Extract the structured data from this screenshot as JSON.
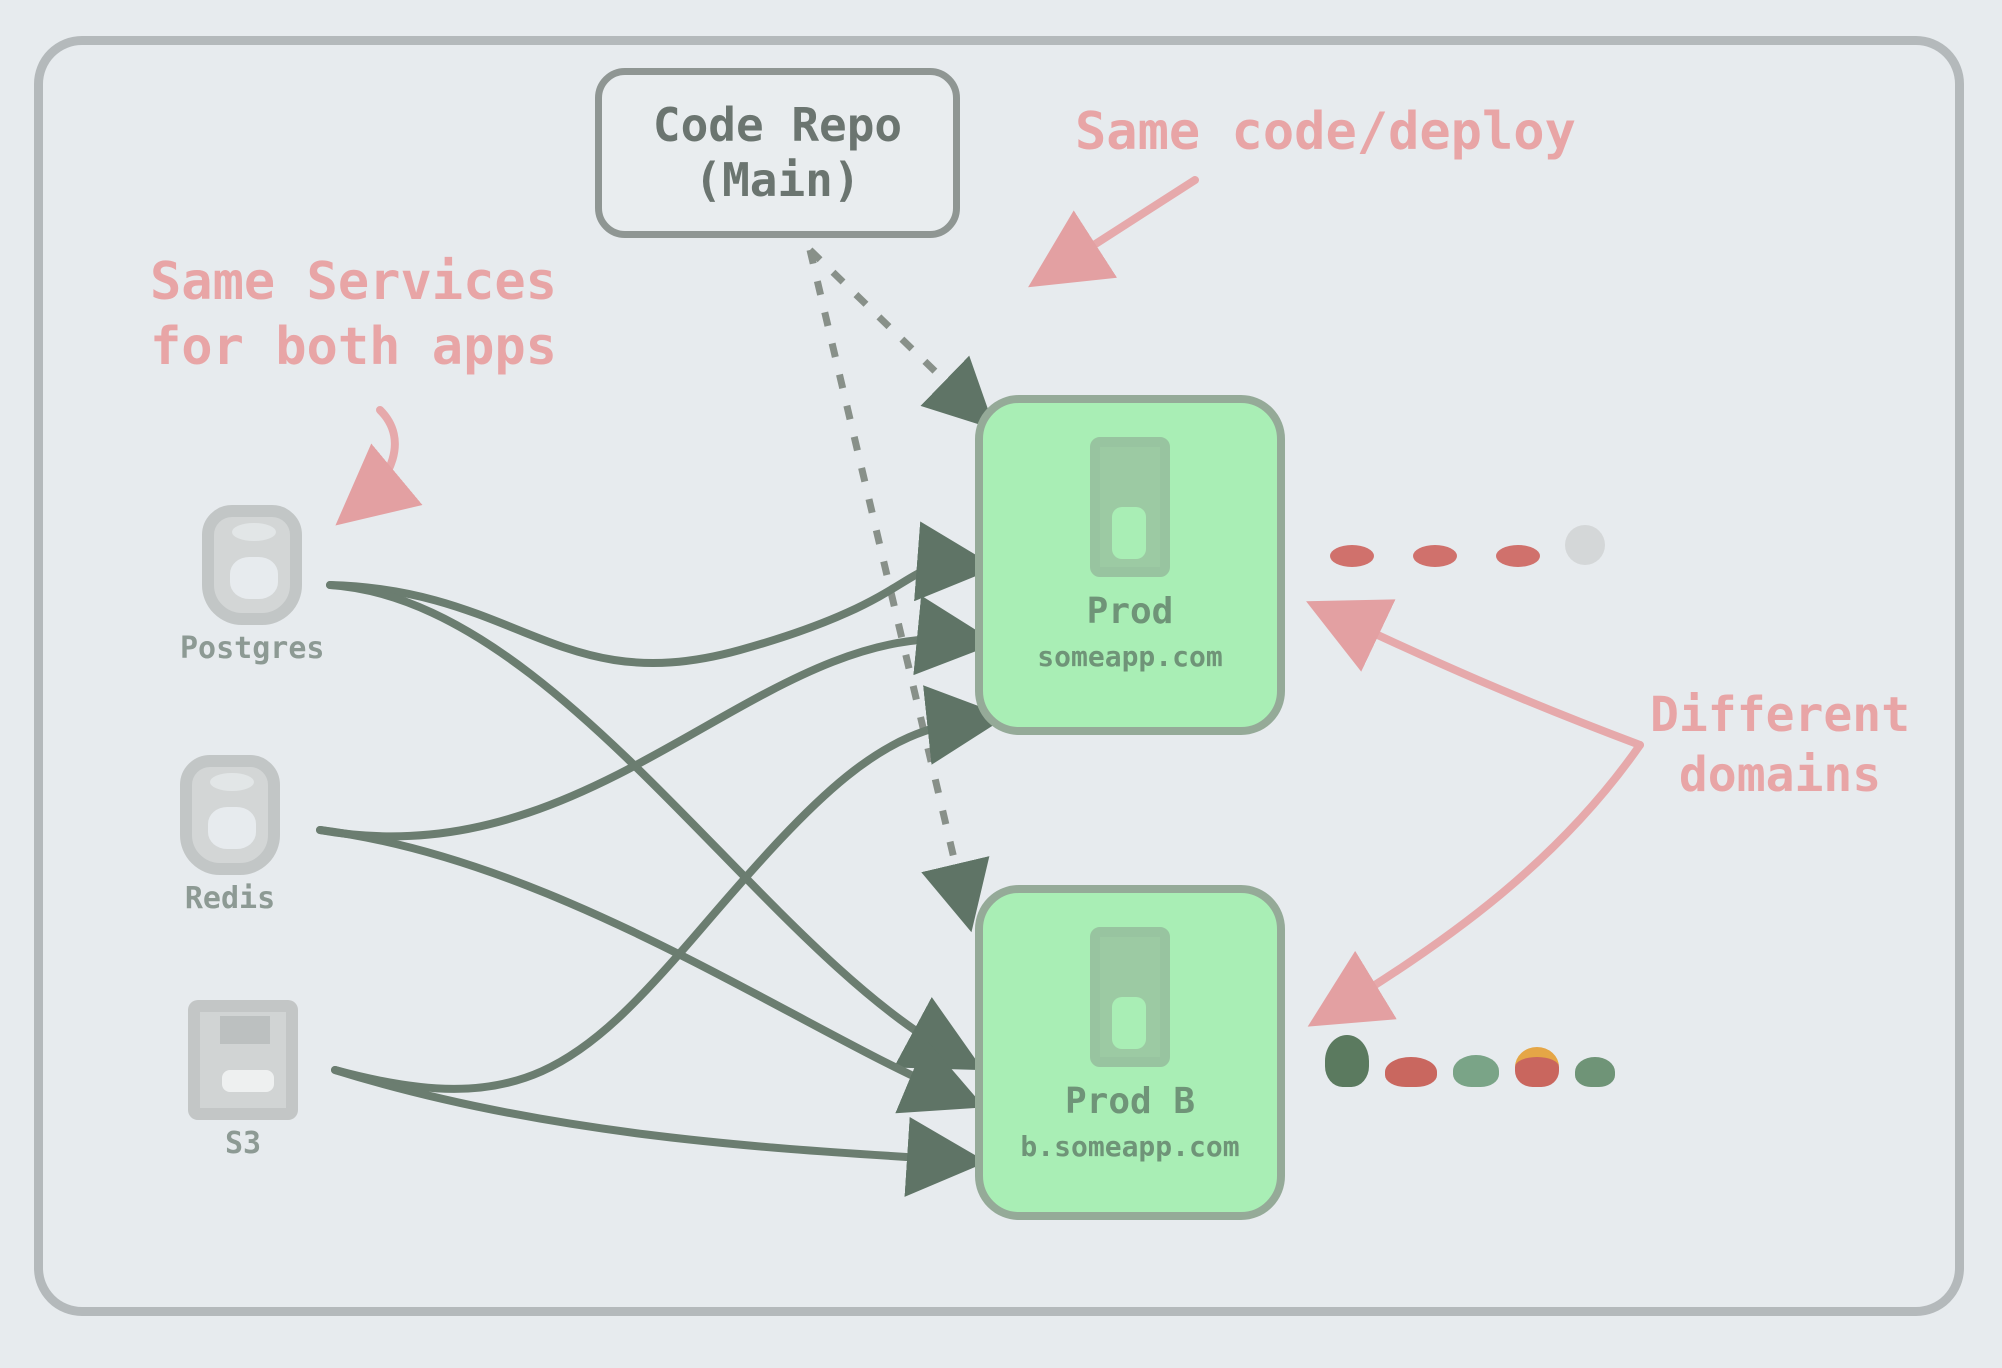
{
  "diagram": {
    "repo": {
      "line1": "Code Repo",
      "line2": "(Main)"
    },
    "notes": {
      "deploy": "Same code/deploy",
      "services_line1": "Same Services",
      "services_line2": "for both apps",
      "domains_line1": "Different",
      "domains_line2": "domains"
    },
    "services": [
      {
        "label": "Postgres",
        "icon": "database-icon"
      },
      {
        "label": "Redis",
        "icon": "database-icon"
      },
      {
        "label": "S3",
        "icon": "floppy-disk-icon"
      }
    ],
    "apps": [
      {
        "title": "Prod",
        "domain": "someapp.com",
        "icon": "server-icon"
      },
      {
        "title": "Prod B",
        "domain": "b.someapp.com",
        "icon": "server-icon"
      }
    ],
    "colors": {
      "background": "#e7ebee",
      "app_fill": "#a9eeb5",
      "annotation": "#e8a5a6",
      "connector": "#6b7d70",
      "frame": "#b4b9bb"
    }
  }
}
